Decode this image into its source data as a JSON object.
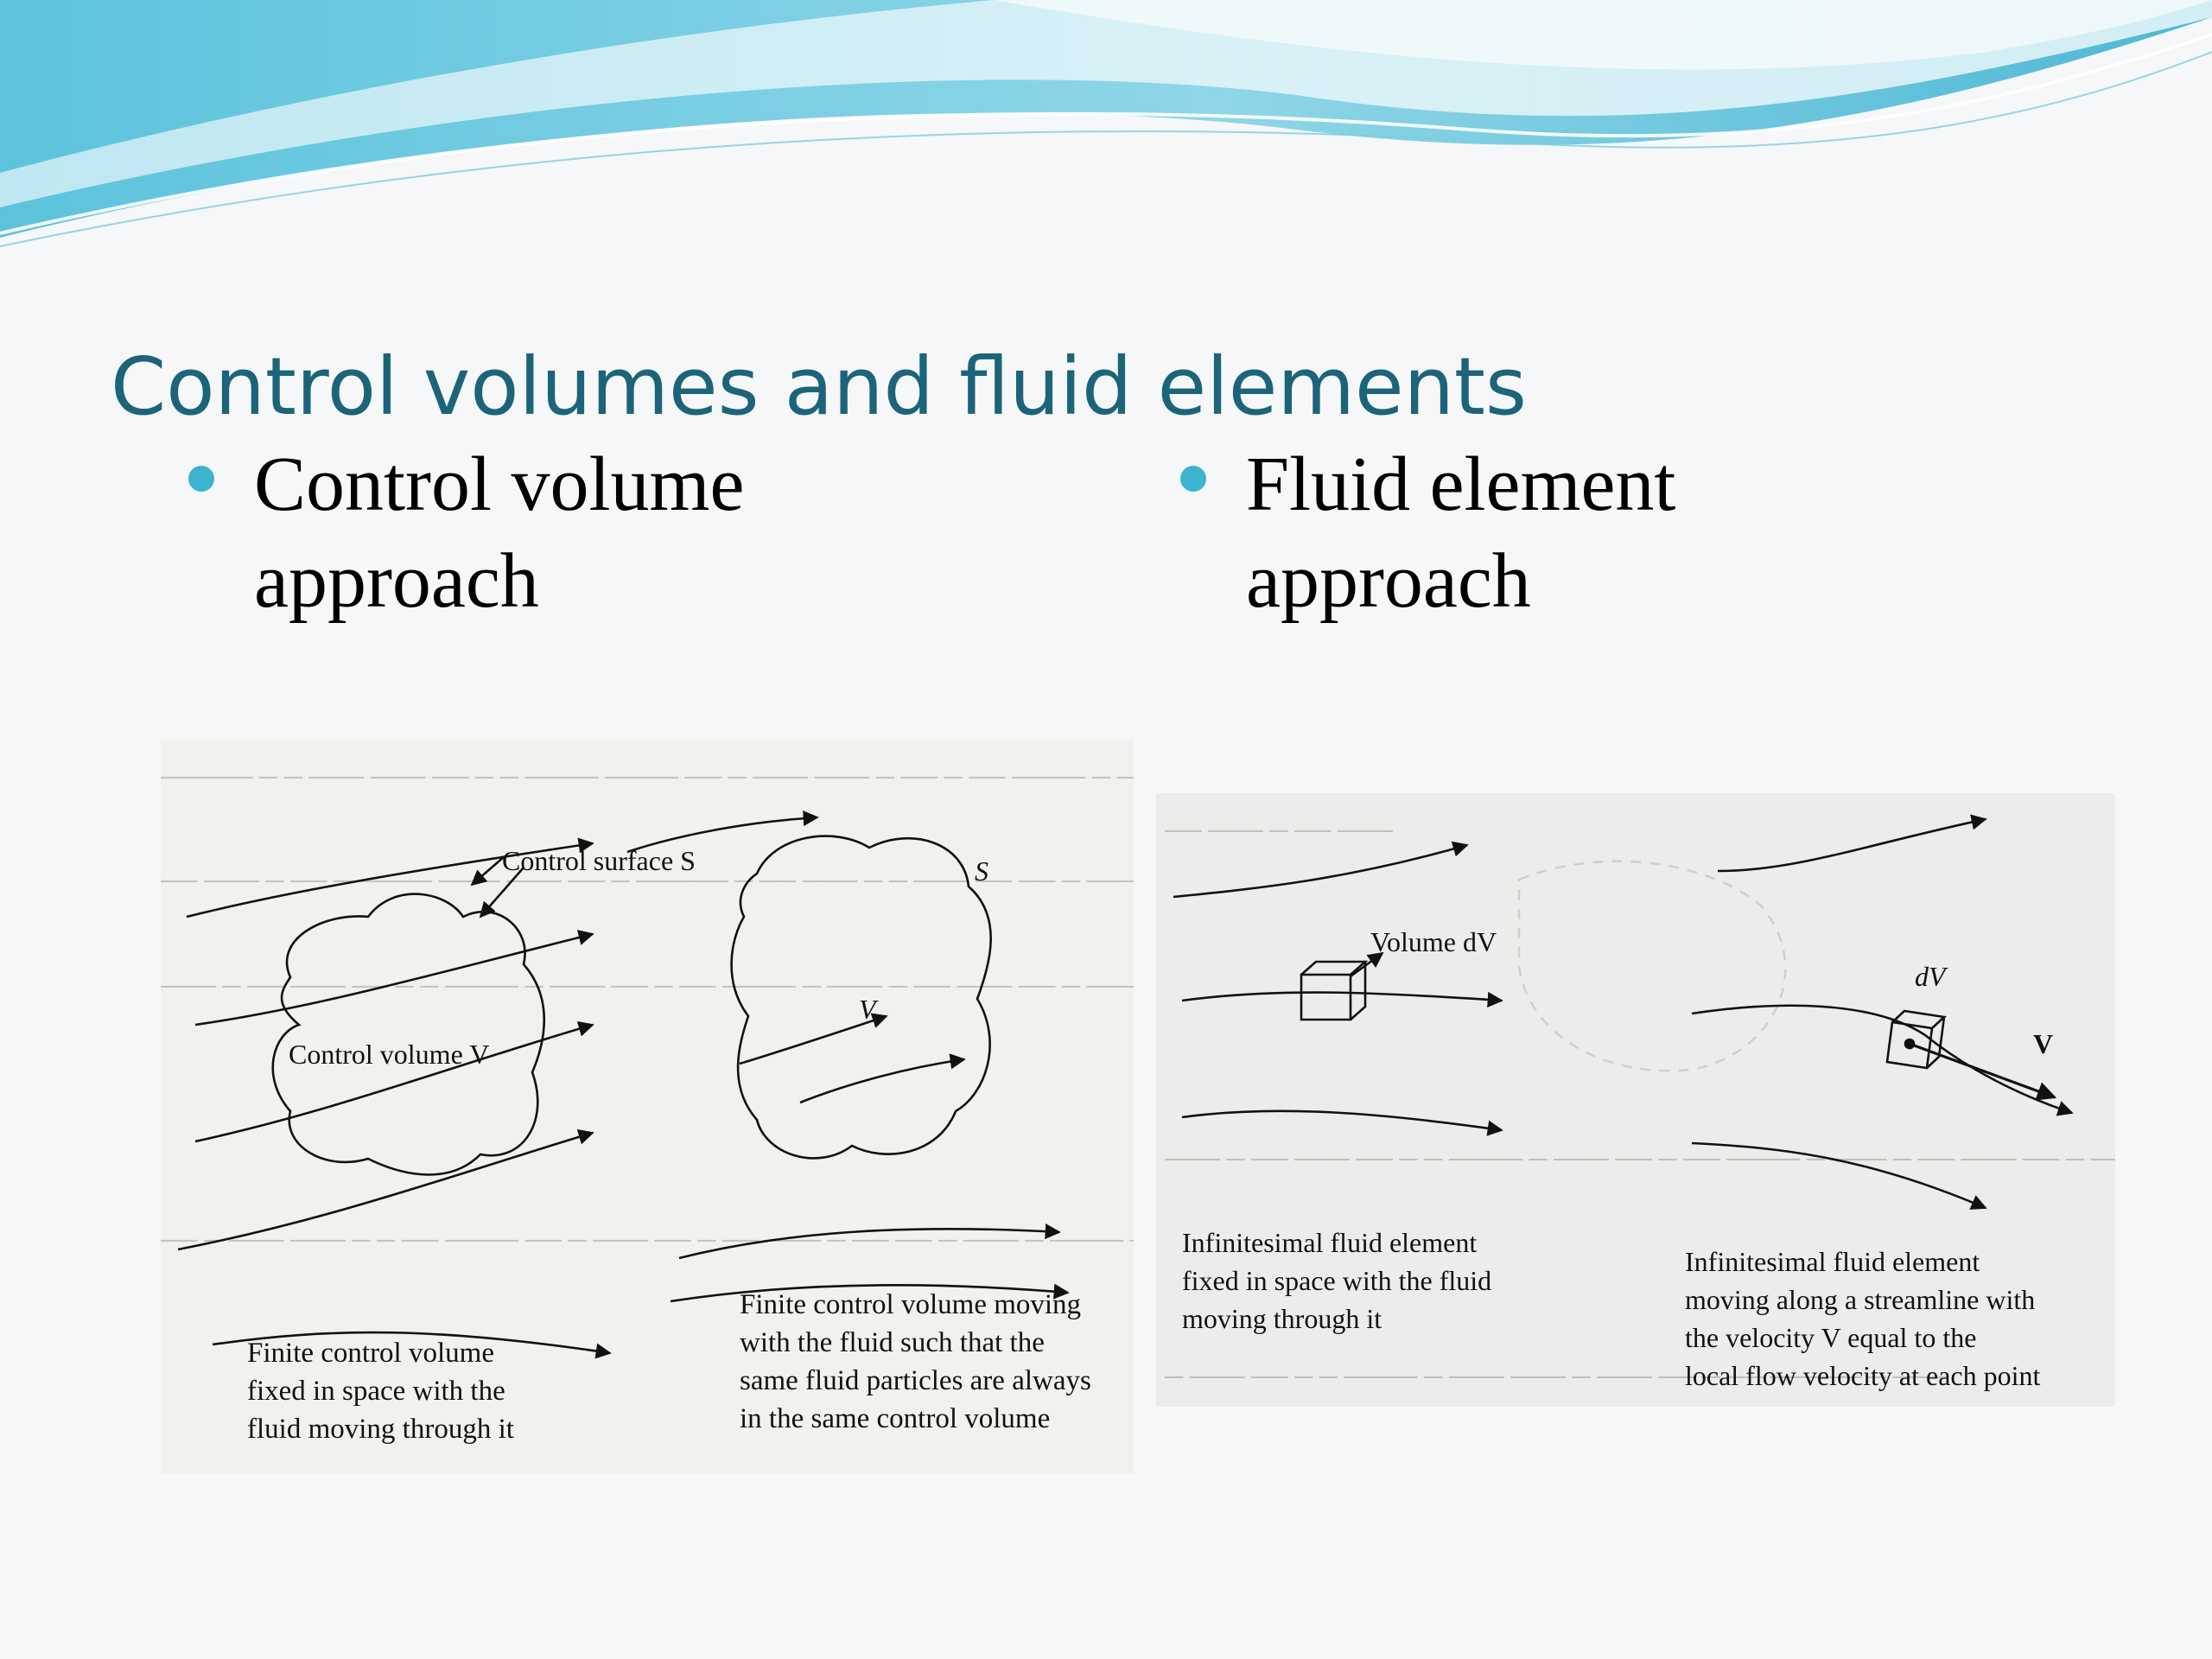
{
  "slide": {
    "title": "Control volumes and fluid elements",
    "bullets": [
      {
        "text": "Control volume\napproach"
      },
      {
        "text": "Fluid element\napproach"
      }
    ]
  },
  "figures": {
    "control_volume": {
      "fixed": {
        "surface_label": "Control surface S",
        "volume_label": "Control volume V",
        "caption": "Finite control volume\nfixed in space with the\nfluid moving through it"
      },
      "moving": {
        "surface_label": "S",
        "volume_label": "V",
        "caption": "Finite control volume moving\nwith the fluid such that the\nsame fluid particles are always\nin the same control volume"
      }
    },
    "fluid_element": {
      "fixed": {
        "volume_label": "Volume dV",
        "caption": "Infinitesimal fluid element\nfixed in space with the fluid\nmoving through it"
      },
      "moving": {
        "volume_label": "dV",
        "velocity_label": "V",
        "caption": "Infinitesimal fluid element\nmoving along a streamline with\nthe velocity V equal to the\nlocal flow velocity at each point"
      }
    }
  },
  "colors": {
    "title": "#1c6479",
    "bullet": "#3cb4cf",
    "wave_dark": "#5fc6de",
    "wave_light": "#bfe7f1"
  }
}
